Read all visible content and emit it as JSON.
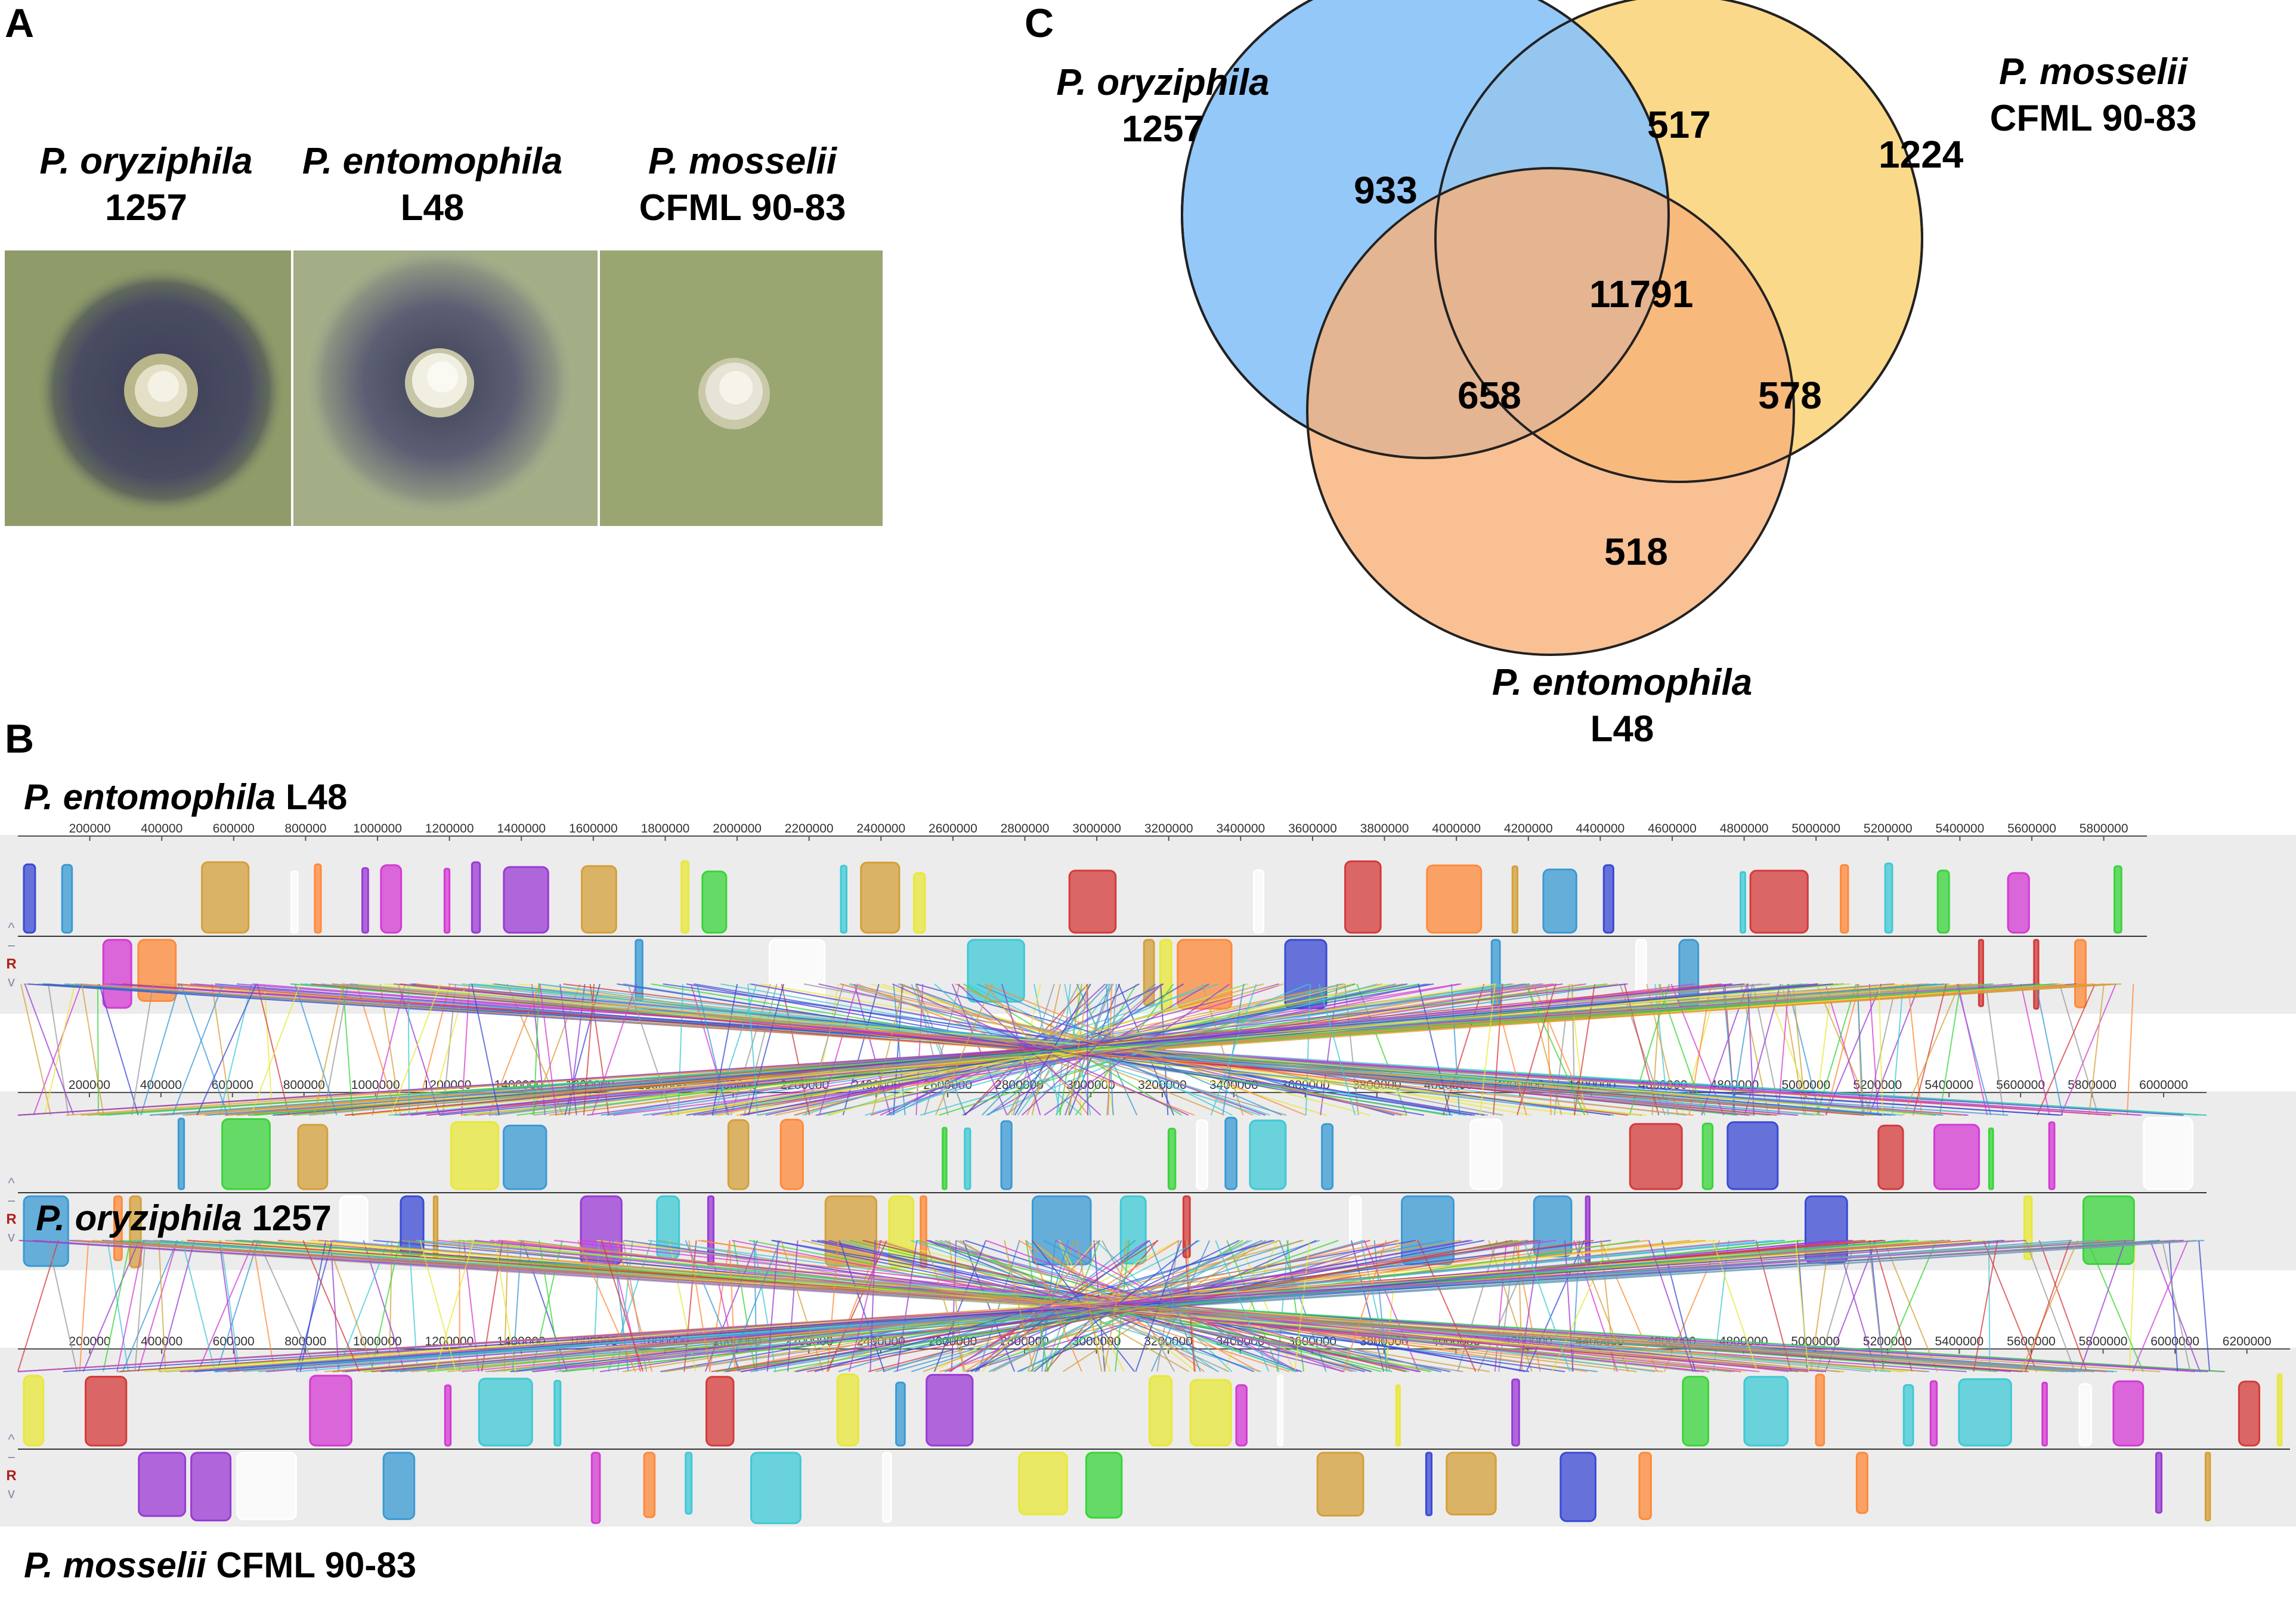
{
  "panels": {
    "A": "A",
    "B": "B",
    "C": "C"
  },
  "panel_a": {
    "strains": [
      {
        "species": "P. oryziphila",
        "strain": "1257",
        "halo": "strong"
      },
      {
        "species": "P. entomophila",
        "strain": "L48",
        "halo": "strong"
      },
      {
        "species": "P. mosselii",
        "strain": "CFML 90-83",
        "halo": "none"
      }
    ]
  },
  "panel_c": {
    "labels": {
      "oryziphila": {
        "species": "P. oryziphila",
        "strain": "1257"
      },
      "mosselii": {
        "species": "P. mosselii",
        "strain": "CFML 90-83"
      },
      "entomophila": {
        "species": "P. entomophila",
        "strain": "L48"
      }
    },
    "colors": {
      "oryziphila": "#8cc4f8",
      "mosselii": "#fbd98a",
      "entomophila": "#f7b078"
    },
    "regions": {
      "oryziphila_only": "933",
      "mosselii_only": "1224",
      "entomophila_only": "518",
      "oryziphila_mosselii": "517",
      "oryziphila_entomophila": "658",
      "mosselii_entomophila": "578",
      "all_three": "11791"
    }
  },
  "panel_b": {
    "tracks": [
      {
        "species": "P. entomophila",
        "strain": "L48",
        "ticks": [
          "200000",
          "400000",
          "600000",
          "800000",
          "1000000",
          "1200000",
          "1400000",
          "1600000",
          "1800000",
          "2000000",
          "2200000",
          "2400000",
          "2600000",
          "2800000",
          "3000000",
          "3200000",
          "3400000",
          "3600000",
          "3800000",
          "4000000",
          "4200000",
          "4400000",
          "4600000",
          "4800000",
          "5000000",
          "5200000",
          "5400000",
          "5600000",
          "5800000"
        ]
      },
      {
        "species": "P. oryziphila",
        "strain": "1257",
        "ticks": [
          "200000",
          "400000",
          "600000",
          "800000",
          "1000000",
          "1200000",
          "1400000",
          "1600000",
          "1800000",
          "2000000",
          "2200000",
          "2400000",
          "2600000",
          "2800000",
          "3000000",
          "3200000",
          "3400000",
          "3600000",
          "3800000",
          "4000000",
          "4200000",
          "4400000",
          "4600000",
          "4800000",
          "5000000",
          "5200000",
          "5400000",
          "5600000",
          "5800000",
          "6000000"
        ]
      },
      {
        "species": "P. mosselii",
        "strain": "CFML 90-83",
        "ticks": [
          "200000",
          "400000",
          "600000",
          "800000",
          "1000000",
          "1200000",
          "1400000",
          "1600000",
          "1800000",
          "2000000",
          "2200000",
          "2400000",
          "2600000",
          "2800000",
          "3000000",
          "3200000",
          "3400000",
          "3600000",
          "3800000",
          "4000000",
          "4200000",
          "4400000",
          "4600000",
          "4800000",
          "5000000",
          "5200000",
          "5400000",
          "5600000",
          "5800000",
          "6000000",
          "6200000"
        ]
      }
    ],
    "controls": {
      "up": "^",
      "minus": "−",
      "reverse": "R",
      "down": "v"
    },
    "block_colors": [
      "#3fc9d6",
      "#e8e83a",
      "#d43a3a",
      "#3a4ad4",
      "#d43ad4",
      "#3ad43a",
      "#9a3ad4",
      "#d4a03a",
      "#3a9ad4",
      "#ffffff",
      "#ff8a3a"
    ]
  }
}
